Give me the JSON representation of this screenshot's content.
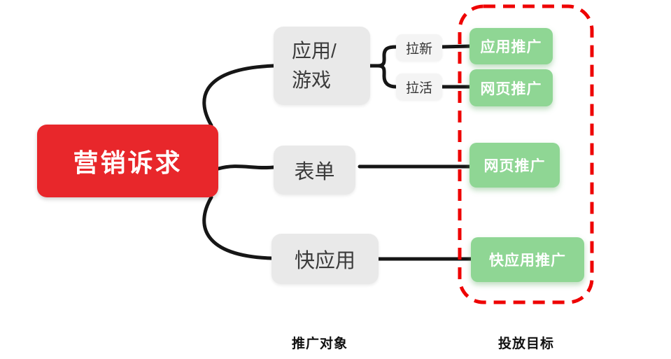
{
  "root_label": "营销诉求",
  "branches": {
    "app_game": {
      "line1": "应用/",
      "line2": "游戏"
    },
    "form": {
      "label": "表单"
    },
    "quick_app": {
      "label": "快应用"
    }
  },
  "sub_labels": {
    "new": "拉新",
    "active": "拉活"
  },
  "targets": {
    "app_promo": "应用推广",
    "web_promo_1": "网页推广",
    "web_promo_2": "网页推广",
    "quick_app_promo": "快应用推广"
  },
  "footer": {
    "left": "推广对象",
    "right": "投放目标"
  },
  "colors": {
    "root_bg": "#e8272b",
    "root_text": "#ffffff",
    "branch_bg": "#e9e9e9",
    "branch_text": "#3b3b3b",
    "sub_bg": "#f4f4f4",
    "target_bg": "#8fd694",
    "target_text": "#ffffff",
    "connector": "#161616",
    "highlight_dash": "#ee0000"
  }
}
